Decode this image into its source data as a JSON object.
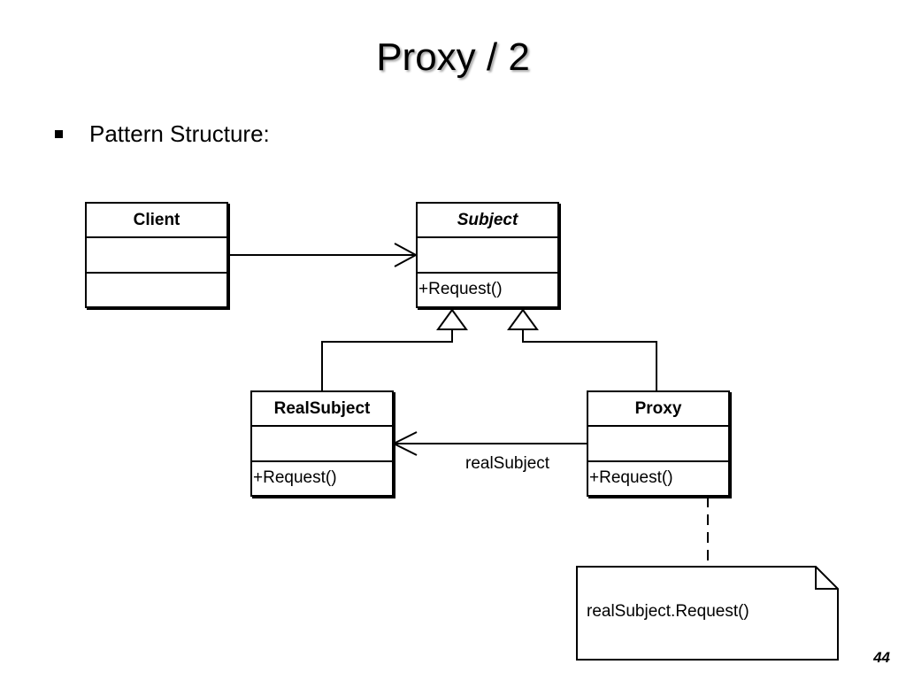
{
  "slide": {
    "title": "Proxy / 2",
    "bullet": "Pattern Structure:",
    "page_number": "44"
  },
  "diagram": {
    "classes": {
      "client": {
        "name": "Client",
        "operations": []
      },
      "subject": {
        "name": "Subject",
        "abstract": true,
        "operations": [
          "+Request()"
        ]
      },
      "realsubject": {
        "name": "RealSubject",
        "operations": [
          "+Request()"
        ]
      },
      "proxy": {
        "name": "Proxy",
        "operations": [
          "+Request()"
        ]
      }
    },
    "relations": [
      {
        "from": "Client",
        "to": "Subject",
        "kind": "association"
      },
      {
        "from": "RealSubject",
        "to": "Subject",
        "kind": "generalization"
      },
      {
        "from": "Proxy",
        "to": "Subject",
        "kind": "generalization"
      },
      {
        "from": "Proxy",
        "to": "RealSubject",
        "kind": "association",
        "label": "realSubject"
      }
    ],
    "note": {
      "text": "realSubject.Request()",
      "attached_to": "Proxy.Request()"
    }
  }
}
